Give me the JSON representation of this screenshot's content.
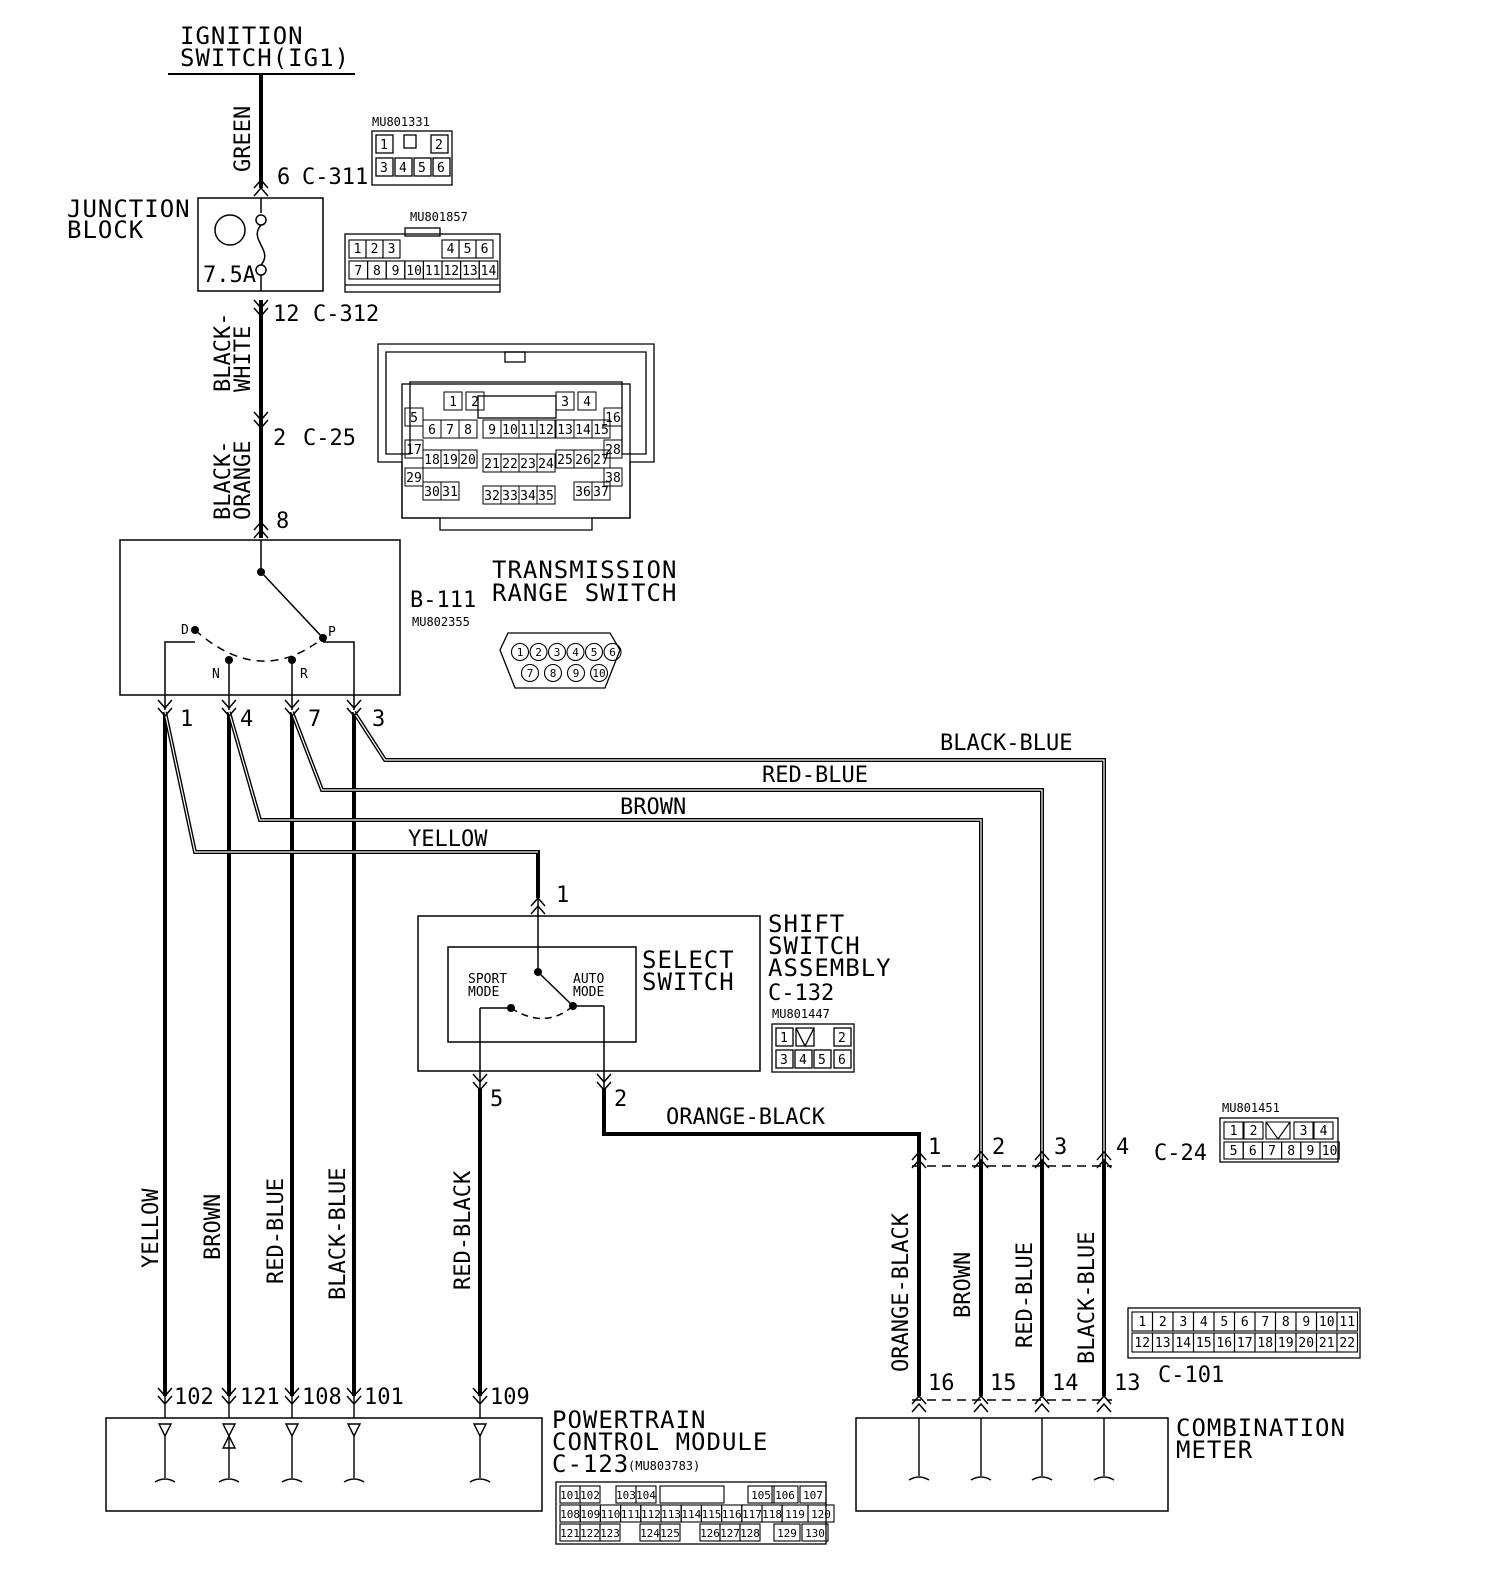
{
  "title": {
    "line1": "IGNITION",
    "line2": "SWITCH(IG1)"
  },
  "wires": {
    "green": "GREEN",
    "black_white_1": "BLACK-",
    "black_white_2": "WHITE",
    "black_orange_1": "BLACK-",
    "black_orange_2": "ORANGE",
    "black_blue": "BLACK-BLUE",
    "red_blue": "RED-BLUE",
    "brown": "BROWN",
    "yellow": "YELLOW",
    "orange_black": "ORANGE-BLACK",
    "red_black": "RED-BLACK"
  },
  "connectors": {
    "c311": {
      "pin": "6",
      "name": "C-311",
      "part": "MU801331",
      "pins": [
        "1",
        "2",
        "3",
        "4",
        "5",
        "6"
      ]
    },
    "c312": {
      "pin": "12",
      "name": "C-312",
      "part": "MU801857",
      "pins_top": [
        "1",
        "2",
        "3",
        "4",
        "5",
        "6"
      ],
      "pins_bottom": [
        "7",
        "8",
        "9",
        "10",
        "11",
        "12",
        "13",
        "14"
      ]
    },
    "c25": {
      "pin": "2",
      "name": "C-25",
      "pins": [
        "1",
        "2",
        "3",
        "4",
        "5",
        "6",
        "7",
        "8",
        "9",
        "10",
        "11",
        "12",
        "13",
        "14",
        "15",
        "16",
        "17",
        "18",
        "19",
        "20",
        "21",
        "22",
        "23",
        "24",
        "25",
        "26",
        "27",
        "28",
        "29",
        "30",
        "31",
        "32",
        "33",
        "34",
        "35",
        "36",
        "37",
        "38"
      ]
    },
    "b111": {
      "pin": "8",
      "name": "B-111",
      "part": "MU802355",
      "pins": [
        "1",
        "2",
        "3",
        "4",
        "5",
        "6",
        "7",
        "8",
        "9",
        "10"
      ]
    },
    "c132": {
      "name": "C-132",
      "part": "MU801447",
      "pins": [
        "1",
        "2",
        "3",
        "4",
        "5",
        "6"
      ]
    },
    "c24": {
      "name": "C-24",
      "part": "MU801451",
      "pins": [
        "1",
        "2",
        "3",
        "4",
        "5",
        "6",
        "7",
        "8",
        "9",
        "10"
      ]
    },
    "c101": {
      "name": "C-101",
      "pins_top": [
        "1",
        "2",
        "3",
        "4",
        "5",
        "6",
        "7",
        "8",
        "9",
        "10",
        "11"
      ],
      "pins_bottom": [
        "12",
        "13",
        "14",
        "15",
        "16",
        "17",
        "18",
        "19",
        "20",
        "21",
        "22"
      ]
    },
    "c123": {
      "name": "C-123",
      "part": "(MU803783)",
      "row1": [
        "101",
        "102",
        "103",
        "104",
        "105",
        "106",
        "107"
      ],
      "row2": [
        "108",
        "109",
        "110",
        "111",
        "112",
        "113",
        "114",
        "115",
        "116",
        "117",
        "118",
        "119",
        "120"
      ],
      "row3": [
        "121",
        "122",
        "123",
        "124",
        "125",
        "126",
        "127",
        "128",
        "129",
        "130"
      ]
    }
  },
  "components": {
    "junction_block": {
      "line1": "JUNCTION",
      "line2": "BLOCK",
      "fuse": "7.5A"
    },
    "trs": {
      "line1": "TRANSMISSION",
      "line2": "RANGE SWITCH",
      "pos_d": "D",
      "pos_n": "N",
      "pos_r": "R",
      "pos_p": "P"
    },
    "shift": {
      "line1": "SHIFT",
      "line2": "SWITCH",
      "line3": "ASSEMBLY"
    },
    "select": {
      "line1": "SELECT",
      "line2": "SWITCH",
      "sport1": "SPORT",
      "sport2": "MODE",
      "auto1": "AUTO",
      "auto2": "MODE"
    },
    "pcm": {
      "line1": "POWERTRAIN",
      "line2": "CONTROL MODULE"
    },
    "meter": {
      "line1": "COMBINATION",
      "line2": "METER"
    }
  },
  "pin_labels": {
    "trs_out": [
      "1",
      "4",
      "7",
      "3"
    ],
    "shift_in": "1",
    "shift_out_5": "5",
    "shift_out_2": "2",
    "c24": [
      "1",
      "2",
      "3",
      "4"
    ],
    "pcm": [
      "102",
      "121",
      "108",
      "101",
      "109"
    ],
    "meter": [
      "16",
      "15",
      "14",
      "13"
    ]
  }
}
